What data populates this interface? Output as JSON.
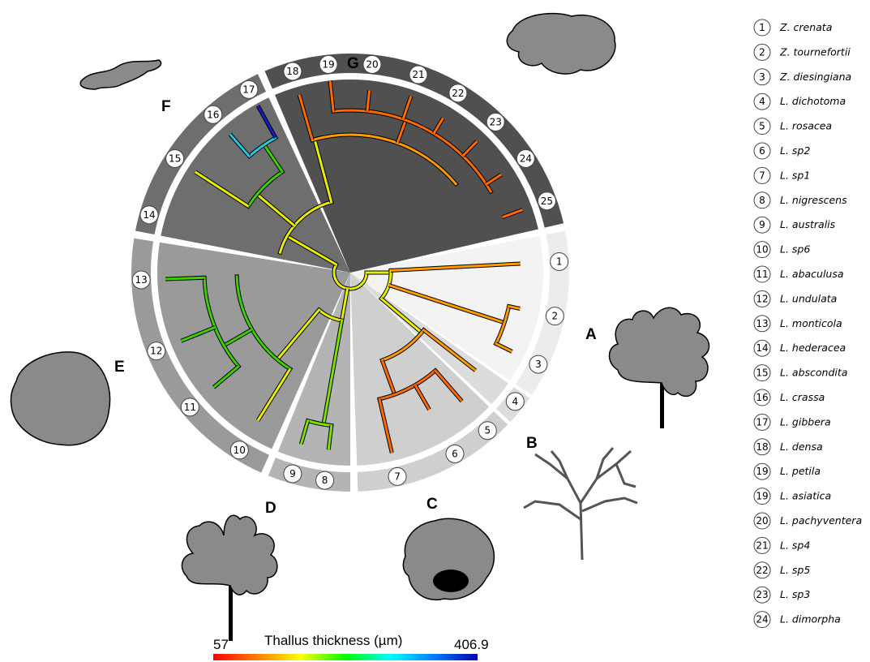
{
  "colorbar": {
    "title": "Thallus thickness (µm)",
    "min": "57",
    "max": "406.9"
  },
  "clades": [
    "A",
    "B",
    "C",
    "D",
    "E",
    "F",
    "G"
  ],
  "tips": [
    "1",
    "2",
    "3",
    "4",
    "5",
    "6",
    "7",
    "8",
    "9",
    "10",
    "11",
    "12",
    "13",
    "14",
    "15",
    "16",
    "17",
    "18",
    "19",
    "20",
    "21",
    "22",
    "23",
    "24",
    "25"
  ],
  "legend": [
    {
      "num": "1",
      "name": "Z. crenata"
    },
    {
      "num": "2",
      "name": "Z. tournefortii"
    },
    {
      "num": "3",
      "name": "Z. diesingiana"
    },
    {
      "num": "4",
      "name": "L. dichotoma"
    },
    {
      "num": "5",
      "name": "L. rosacea"
    },
    {
      "num": "6",
      "name": "L. sp2"
    },
    {
      "num": "7",
      "name": "L. sp1"
    },
    {
      "num": "8",
      "name": "L. nigrescens"
    },
    {
      "num": "9",
      "name": "L. australis"
    },
    {
      "num": "10",
      "name": "L. sp6"
    },
    {
      "num": "11",
      "name": "L. abaculusa"
    },
    {
      "num": "12",
      "name": "L. undulata"
    },
    {
      "num": "13",
      "name": "L. monticola"
    },
    {
      "num": "14",
      "name": "L. hederacea"
    },
    {
      "num": "15",
      "name": "L. abscondita"
    },
    {
      "num": "16",
      "name": "L. crassa"
    },
    {
      "num": "17",
      "name": "L. gibbera"
    },
    {
      "num": "18",
      "name": "L. densa"
    },
    {
      "num": "19",
      "name": "L. petila"
    },
    {
      "num": "19",
      "name": "L. asiatica"
    },
    {
      "num": "20",
      "name": "L. pachyventera"
    },
    {
      "num": "21",
      "name": "L. sp4"
    },
    {
      "num": "22",
      "name": "L. sp5"
    },
    {
      "num": "23",
      "name": "L. sp3"
    },
    {
      "num": "24",
      "name": "L. dimorpha"
    }
  ],
  "icons": [
    "thallus-silhouette-G",
    "thallus-silhouette-F",
    "thallus-silhouette-E",
    "thallus-silhouette-D",
    "thallus-silhouette-C",
    "thallus-silhouette-B",
    "thallus-silhouette-A"
  ]
}
